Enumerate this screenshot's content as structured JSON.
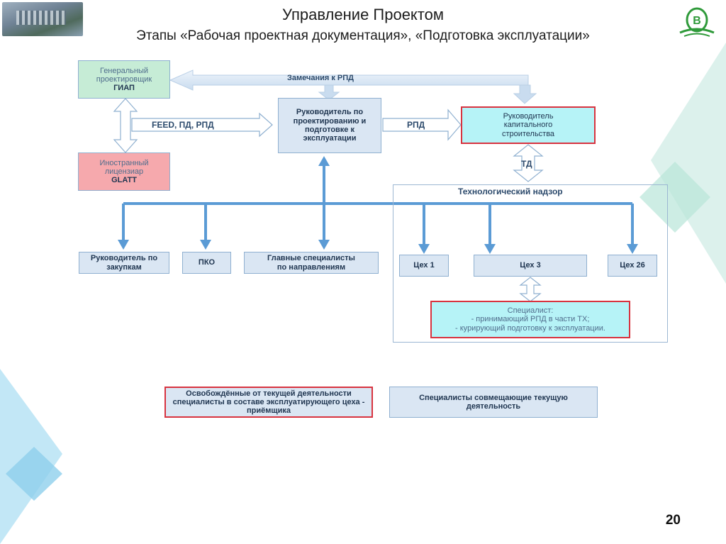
{
  "header": {
    "title": "Управление Проектом",
    "subtitle": "Этапы «Рабочая проектная документация», «Подготовка эксплуатации»"
  },
  "nodes": {
    "general_designer": {
      "line1": "Генеральный",
      "line2": "проектировщик",
      "line3": "ГИАП"
    },
    "licensor": {
      "line1": "Иностранный",
      "line2": "лицензиар",
      "line3": "GLATT"
    },
    "design_head": "Руководитель по проектированию и подготовке к эксплуатации",
    "construction_head": "Руководитель капитального строительства",
    "procurement_head": "Руководитель по закупкам",
    "pko": "ПКО",
    "chief_specialists": "Главные специалисты по направлениям",
    "shop1": "Цех 1",
    "shop3": "Цех 3",
    "shop26": "Цех 26",
    "specialist": {
      "line1": "Специалист:",
      "line2": "- принимающий РПД в части ТХ;",
      "line3": "- курирующий подготовку к эксплуатации."
    }
  },
  "arrows": {
    "remarks": "Замечания к РПД",
    "feed": "FEED, ПД, РПД",
    "rpd": "РПД",
    "td": "ТД"
  },
  "tech_supervision": "Технологический надзор",
  "legend": {
    "freed": "Освобождённые от текущей деятельности специалисты в составе эксплуатирующего цеха - приёмщика",
    "combined": "Специалисты совмещающие текущую деятельность"
  },
  "page_number": "20",
  "colors": {
    "box_fill": "#dae6f3",
    "highlight_fill": "#b6f3f7",
    "highlight_border": "#d8333f",
    "connector": "#5b9bd5",
    "green_fill": "#c6ecd6",
    "pink_fill": "#f6a9ad"
  }
}
